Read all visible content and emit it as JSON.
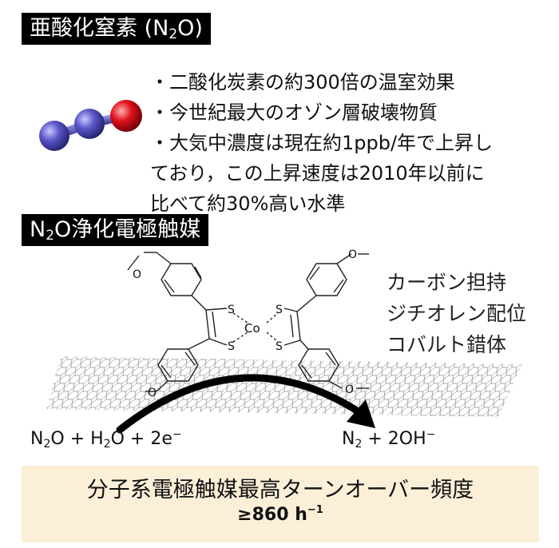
{
  "section1": {
    "title_main": "亜酸化窒素 (N",
    "title_sub": "2",
    "title_end": "O)"
  },
  "bullets": [
    "・二酸化炭素の約300倍の温室効果",
    "・今世紀最大のオゾン層破壊物質",
    "・大気中濃度は現在約1ppb/年で上昇し",
    "ており，この上昇速度は2010年以前に",
    "比べて約30%高い水準"
  ],
  "section2": {
    "title_pre": "N",
    "title_sub": "2",
    "title_post": "O浄化電極触媒"
  },
  "catalyst_label": [
    "カーボン担持",
    "ジチオレン配位",
    "コバルト錯体"
  ],
  "molecule": {
    "metal": "Co",
    "sulfur": "S",
    "methoxy": "O"
  },
  "reaction": {
    "left": {
      "p1": "N",
      "s1": "2",
      "p2": "O + H",
      "s2": "2",
      "p3": "O + 2e",
      "sup": "−"
    },
    "right": {
      "p1": "N",
      "s1": "2",
      "p2": " + 2OH",
      "sup": "−"
    }
  },
  "tof": {
    "label": "分子系電極触媒最高ターンオーバー頻度",
    "value": "≥860 h",
    "unit_sup": "−1"
  },
  "colors": {
    "nitrogen": "#5a56c8",
    "oxygen": "#e0121b",
    "tof_background": "#fbefd8",
    "heading_background": "#000000"
  }
}
